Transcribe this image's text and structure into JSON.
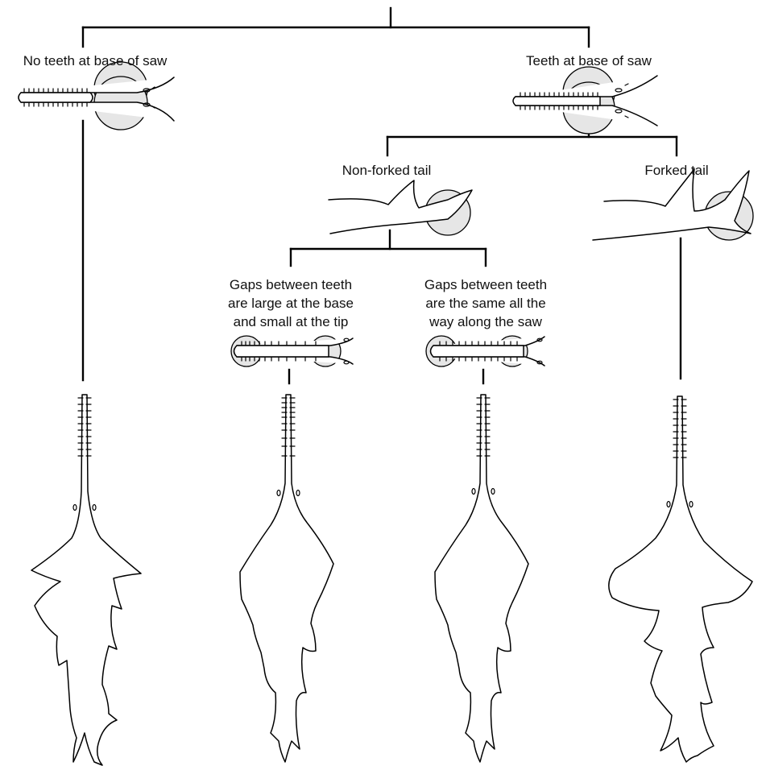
{
  "nodes": {
    "no_teeth": "No teeth at base of saw",
    "teeth": "Teeth at base of saw",
    "non_forked": "Non-forked tail",
    "forked": "Forked tail",
    "gaps_large": [
      "Gaps between teeth",
      "are large at the base",
      "and small at the tip"
    ],
    "gaps_same": [
      "Gaps between teeth",
      "are the same all the",
      "way along the saw"
    ]
  },
  "colors": {
    "highlight": "#e6e6e6",
    "line": "#000000",
    "background": "#ffffff"
  },
  "icons": [
    "saw-underside-icon",
    "tail-fin-icon",
    "sawfish-silhouette-icon"
  ]
}
